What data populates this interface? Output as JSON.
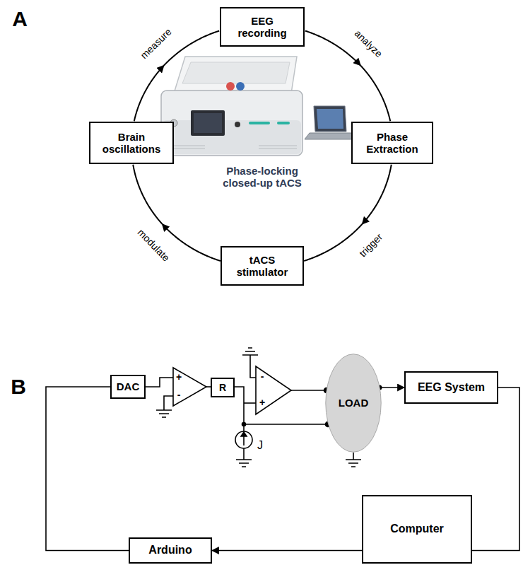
{
  "diagram": {
    "nodes": [
      {
        "text": [
          "EEG recording"
        ]
      },
      {
        "text": [
          "Phase Extraction"
        ]
      },
      {
        "text": [
          "tACS stimulator"
        ]
      },
      {
        "text": [
          "Brain oscillations"
        ]
      },
      {
        "text": [
          "DAC"
        ]
      },
      {
        "text": [
          "R"
        ]
      },
      {
        "text": [
          "LOAD"
        ]
      },
      {
        "text": [
          "EEG System"
        ]
      },
      {
        "text": [
          "Arduino"
        ]
      },
      {
        "text": [
          "Computer"
        ]
      }
    ],
    "edges": [
      {
        "from": 0,
        "to": 1,
        "arrow": "to",
        "label": "analyze"
      },
      {
        "from": 1,
        "to": 2,
        "arrow": "to",
        "label": "trigger"
      },
      {
        "from": 2,
        "to": 3,
        "arrow": "to",
        "label": "modulate"
      },
      {
        "from": 3,
        "to": 0,
        "arrow": "to",
        "label": "measure"
      },
      {
        "from": 6,
        "to": 7,
        "arrow": "to"
      },
      {
        "from": 7,
        "to": 9,
        "arrow": "none"
      },
      {
        "from": 9,
        "to": 8,
        "arrow": "to"
      },
      {
        "from": 8,
        "to": 4,
        "arrow": "none"
      }
    ],
    "labels": [
      "A",
      "Phase-locking closed-up tACS",
      "B",
      "+",
      "-",
      "-",
      "+",
      "J"
    ]
  }
}
